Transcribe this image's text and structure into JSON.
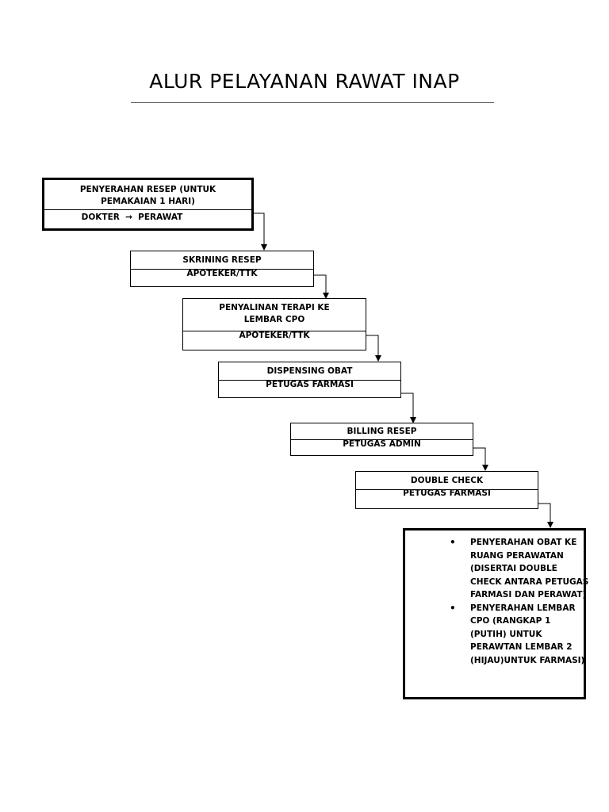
{
  "title": "ALUR PELAYANAN RAWAT INAP",
  "steps": [
    {
      "task": "PENYERAHAN RESEP (UNTUK\nPEMAKAIAN 1 HARI)",
      "actor_from": "DOKTER",
      "actor_to": "PERAWAT"
    },
    {
      "task": "SKRINING RESEP",
      "actor": "APOTEKER/TTK"
    },
    {
      "task": "PENYALINAN TERAPI KE\nLEMBAR CPO",
      "actor": "APOTEKER/TTK"
    },
    {
      "task": "DISPENSING OBAT",
      "actor": "PETUGAS FARMASI"
    },
    {
      "task": "BILLING RESEP",
      "actor": "PETUGAS ADMIN"
    },
    {
      "task": "DOUBLE CHECK",
      "actor": "PETUGAS FARMASI"
    }
  ],
  "final_items": [
    "PENYERAHAN OBAT KE RUANG PERAWATAN (DISERTAI DOUBLE CHECK ANTARA PETUGAS FARMASI DAN PERAWAT)",
    "PENYERAHAN LEMBAR CPO (RANGKAP 1 (PUTIH) UNTUK PERAWTAN LEMBAR 2 (HIJAU)UNTUK FARMASI)"
  ]
}
